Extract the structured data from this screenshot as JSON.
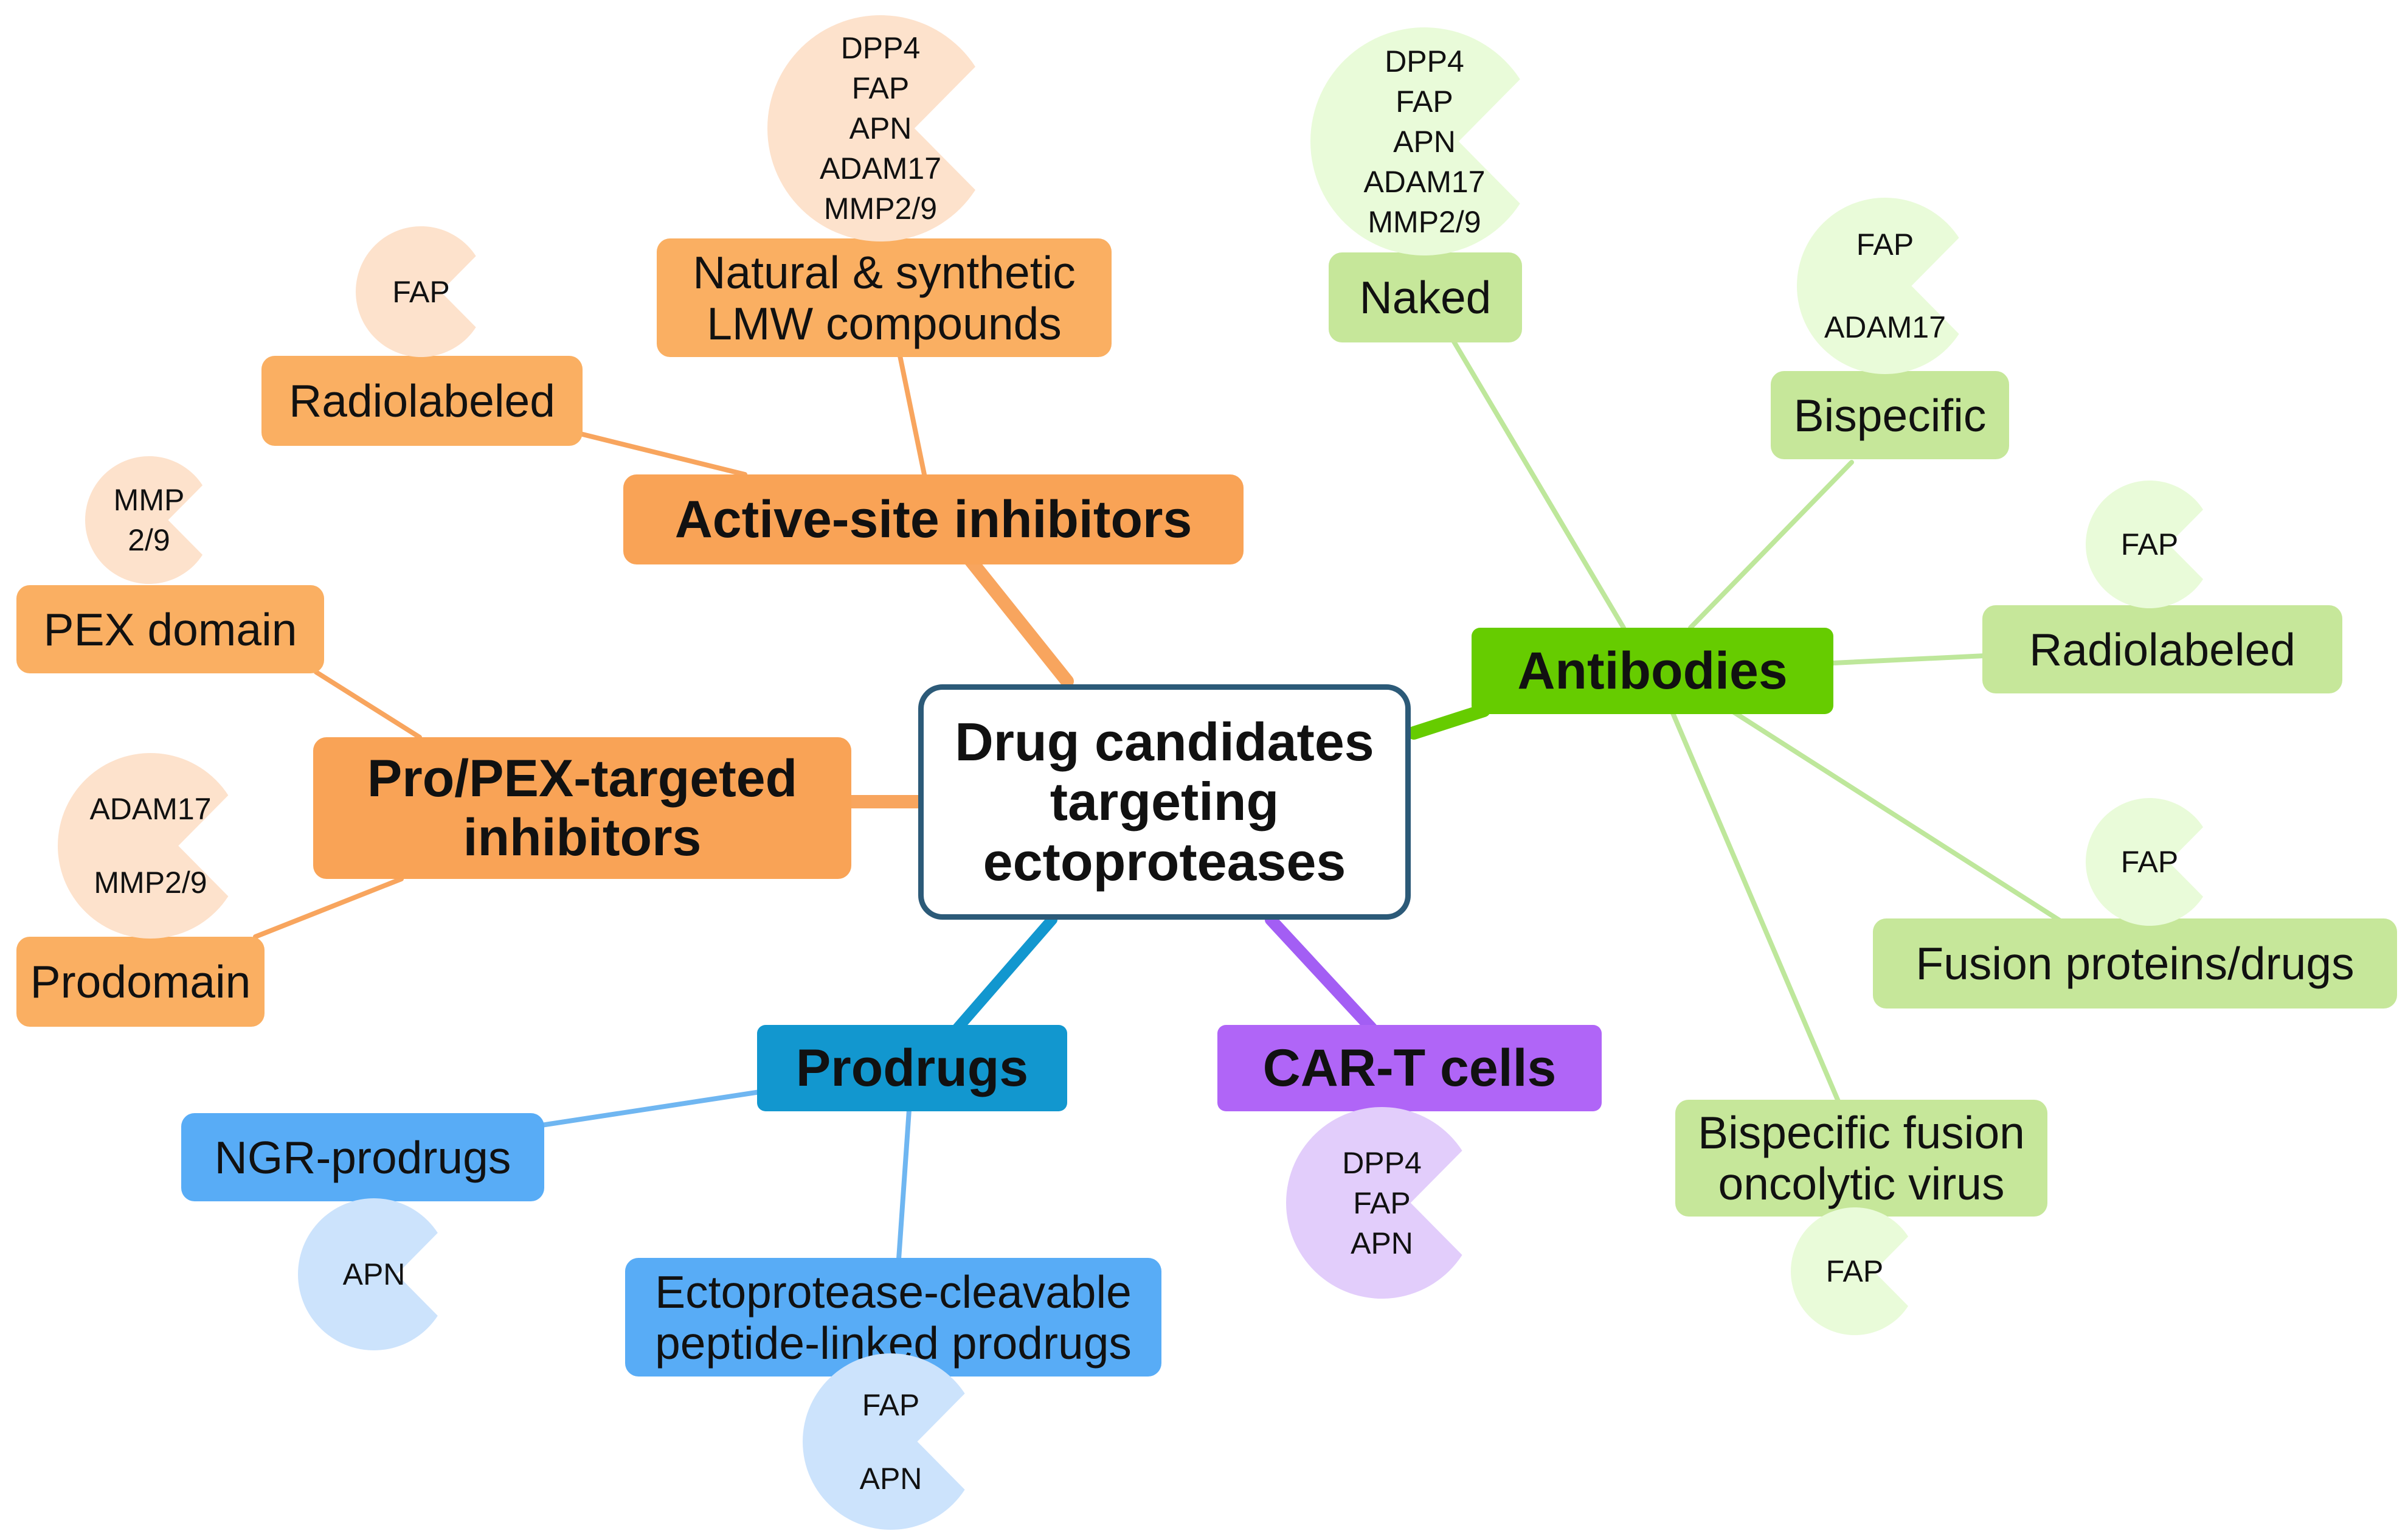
{
  "center": {
    "title": "Drug candidates targeting ectoproteases"
  },
  "colors": {
    "orange_main": "#F9A356",
    "orange_sub": "#FAAF62",
    "orange_line": "#F8A55E",
    "orange_pac": "#FDE2CC",
    "green_main": "#66CC00",
    "green_sub": "#C6E79A",
    "green_line": "#BEE79B",
    "green_pac": "#E9FBD9",
    "blue_main": "#1297CF",
    "blue_sub": "#58ACF6",
    "blue_line": "#6FB6F1",
    "blue_pac": "#CCE3FC",
    "purple_main": "#B065F7",
    "purple_line": "#A35EF4",
    "purple_pac": "#E2CDFB",
    "center_border": "#2C5A78"
  },
  "branches": {
    "active_site": {
      "label": "Active-site inhibitors",
      "children": [
        {
          "label": "Natural & synthetic LMW compounds",
          "targets": [
            "DPP4",
            "FAP",
            "APN",
            "ADAM17",
            "MMP2/9"
          ]
        },
        {
          "label": "Radiolabeled",
          "targets": [
            "FAP"
          ]
        }
      ]
    },
    "pro_pex": {
      "label": "Pro/PEX-targeted inhibitors",
      "children": [
        {
          "label": "PEX domain",
          "targets": [
            "MMP",
            "2/9"
          ]
        },
        {
          "label": "Prodomain",
          "targets": [
            "ADAM17",
            "MMP2/9"
          ]
        }
      ]
    },
    "prodrugs": {
      "label": "Prodrugs",
      "children": [
        {
          "label": "NGR-prodrugs",
          "targets": [
            "APN"
          ]
        },
        {
          "label": "Ectoprotease-cleavable peptide-linked prodrugs",
          "targets": [
            "FAP",
            "APN"
          ]
        }
      ]
    },
    "car_t": {
      "label": "CAR-T cells",
      "targets": [
        "DPP4",
        "FAP",
        "APN"
      ]
    },
    "antibodies": {
      "label": "Antibodies",
      "children": [
        {
          "label": "Naked",
          "targets": [
            "DPP4",
            "FAP",
            "APN",
            "ADAM17",
            "MMP2/9"
          ]
        },
        {
          "label": "Bispecific",
          "targets": [
            "FAP",
            "ADAM17"
          ]
        },
        {
          "label": "Radiolabeled",
          "targets": [
            "FAP"
          ]
        },
        {
          "label": "Fusion proteins/drugs",
          "targets": [
            "FAP"
          ]
        },
        {
          "label": "Bispecific fusion oncolytic virus",
          "targets": [
            "FAP"
          ]
        }
      ]
    }
  }
}
